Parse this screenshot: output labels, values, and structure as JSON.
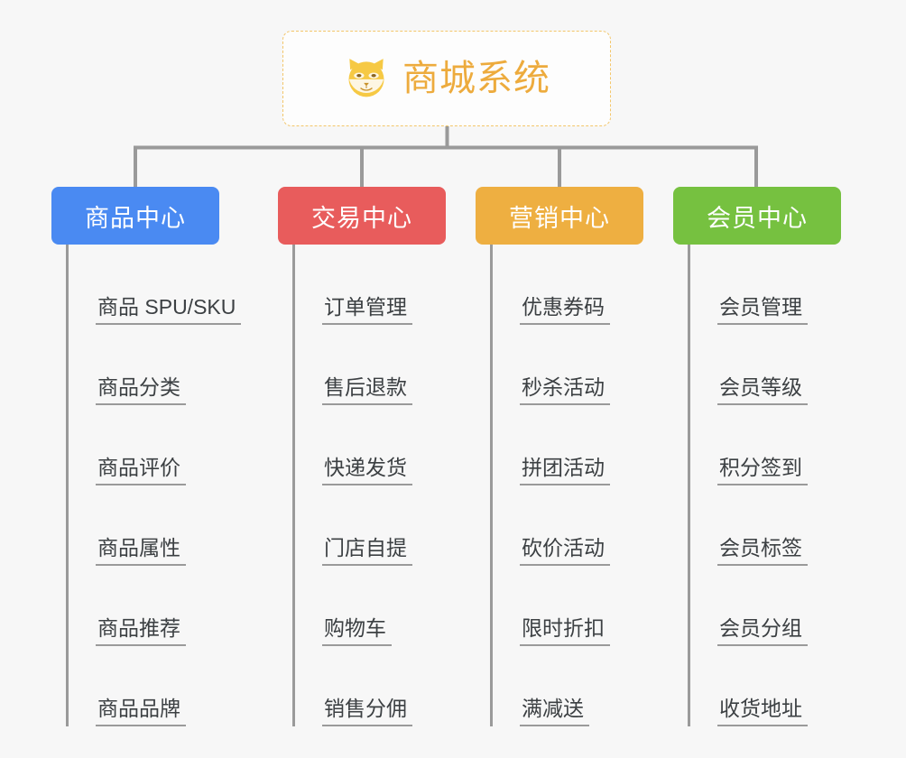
{
  "diagram": {
    "title": "商城系统",
    "root": {
      "label": "商城系统",
      "icon": "shiba-dog-icon",
      "border_color": "#f3c66a",
      "text_color": "#edab3d",
      "background": "#fdfdfd"
    },
    "background_color": "#f7f7f7",
    "connector_color": "#9a9a9a",
    "branches": [
      {
        "label": "商品中心",
        "color": "#4a8af2",
        "children": [
          "商品 SPU/SKU",
          "商品分类",
          "商品评价",
          "商品属性",
          "商品推荐",
          "商品品牌"
        ]
      },
      {
        "label": "交易中心",
        "color": "#e85c5c",
        "children": [
          "订单管理",
          "售后退款",
          "快递发货",
          "门店自提",
          "购物车",
          "销售分佣"
        ]
      },
      {
        "label": "营销中心",
        "color": "#eeaf41",
        "children": [
          "优惠券码",
          "秒杀活动",
          "拼团活动",
          "砍价活动",
          "限时折扣",
          "满减送"
        ]
      },
      {
        "label": "会员中心",
        "color": "#76c140",
        "children": [
          "会员管理",
          "会员等级",
          "积分签到",
          "会员标签",
          "会员分组",
          "收货地址"
        ]
      }
    ]
  }
}
